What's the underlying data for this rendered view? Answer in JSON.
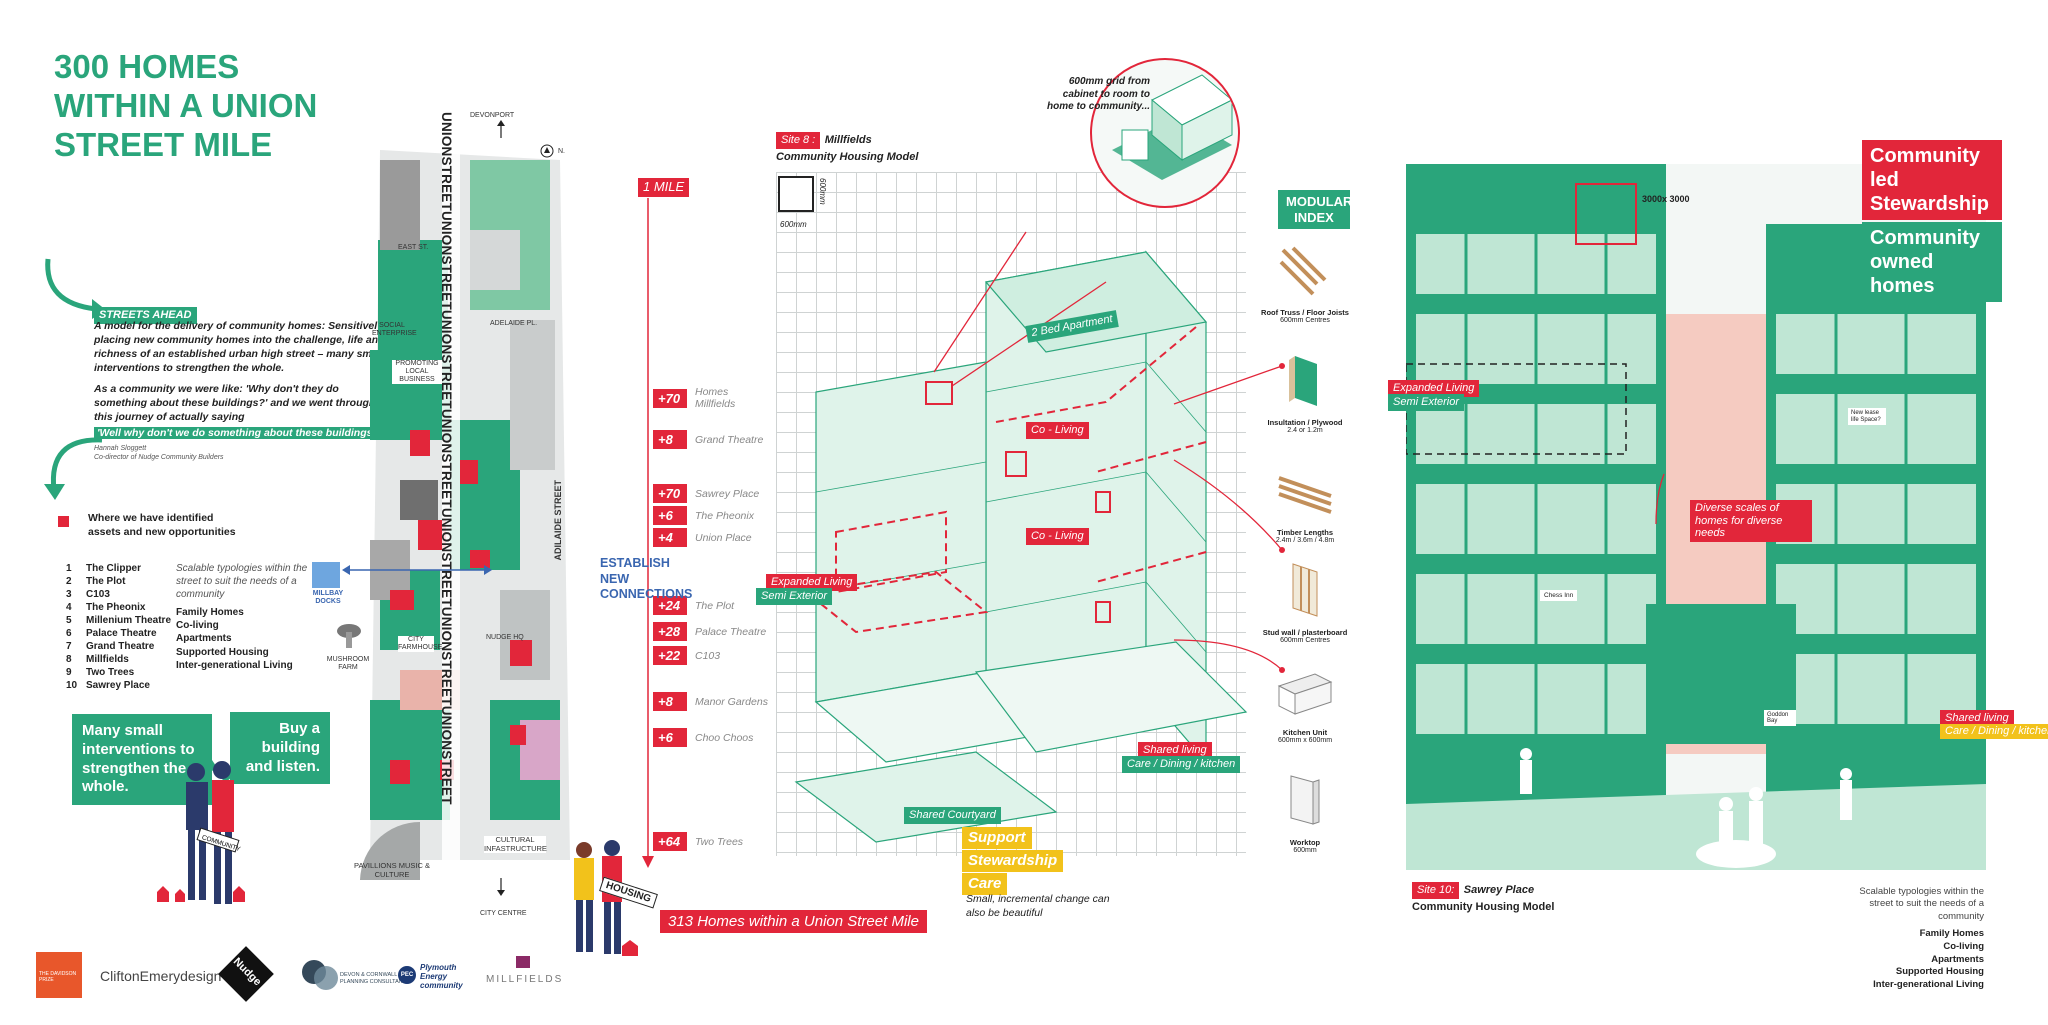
{
  "title": "300 HOMES WITHIN A UNION STREET MILE",
  "streets_ahead": {
    "label": "STREETS AHEAD",
    "intro": "A model for the delivery of community homes: Sensitively placing new community homes into the challenge, life and richness of an established urban high street – many small interventions to strengthen the whole.",
    "quote_1": "As a community we were like: 'Why don't they do something about these buildings?' and we went through this journey of actually saying",
    "quote_highlight": "'Well why don't we do something about these buildings?'",
    "quote_author": "Hannah Sloggett",
    "quote_role": "Co-director of Nudge Community Builders"
  },
  "legend": {
    "text": "Where we have identified assets and new opportunities",
    "color": "#e2263a"
  },
  "sites": [
    {
      "num": "1",
      "name": "The Clipper"
    },
    {
      "num": "2",
      "name": "The Plot"
    },
    {
      "num": "3",
      "name": "C103"
    },
    {
      "num": "4",
      "name": "The Pheonix"
    },
    {
      "num": "5",
      "name": "Millenium Theatre"
    },
    {
      "num": "6",
      "name": "Palace Theatre"
    },
    {
      "num": "7",
      "name": "Grand Theatre"
    },
    {
      "num": "8",
      "name": "Millfields"
    },
    {
      "num": "9",
      "name": "Two Trees"
    },
    {
      "num": "10",
      "name": "Sawrey Place"
    }
  ],
  "scalable_text": "Scalable typologies within the street to suit the needs of a community",
  "typologies": [
    "Family Homes",
    "Co-living",
    "Apartments",
    "Supported Housing",
    "Inter-generational Living"
  ],
  "bubbles": {
    "left": "Many small interventions to strengthen the whole.",
    "right": "Buy a building and listen."
  },
  "map_labels": {
    "devonport": "DEVONPORT",
    "north": "N.",
    "east_st": "EAST ST.",
    "social_enterprise": "SOCIAL ENTERPRISE",
    "adelaide_pl": "ADELAIDE PL.",
    "promoting": "PROMOTING LOCAL BUSINESS",
    "adilaide_street": "ADILAIDE STREET",
    "millbay": "MILLBAY DOCKS",
    "mushroom": "MUSHROOM FARM",
    "city_farmhouse": "CITY FARMHOUSE",
    "nudge_hq": "NUDGE HQ",
    "pavilions": "PAVILLIONS MUSIC & CULTURE",
    "cultural": "CULTURAL INFASTRUCTURE",
    "city_centre": "CITY CENTRE",
    "union_street": "UNIONSTREETUNIONSTREETUNIONSTREETUNIONSTREETUNIONSTREETUNIONSTREETUNIONSTREET",
    "community_sign": "COMMUNITY",
    "housing_sign": "HOUSING"
  },
  "establish": "ESTABLISH NEW CONNECTIONS",
  "mile": {
    "label": "1 MILE",
    "items": [
      {
        "n": "+70",
        "label": "Homes Millfields"
      },
      {
        "n": "+8",
        "label": "Grand Theatre"
      },
      {
        "n": "+70",
        "label": "Sawrey Place"
      },
      {
        "n": "+6",
        "label": "The Pheonix"
      },
      {
        "n": "+4",
        "label": "Union Place"
      },
      {
        "n": "+24",
        "label": "The Plot"
      },
      {
        "n": "+28",
        "label": "Palace Theatre"
      },
      {
        "n": "+22",
        "label": "C103"
      },
      {
        "n": "+8",
        "label": "Manor Gardens"
      },
      {
        "n": "+6",
        "label": "Choo Choos"
      },
      {
        "n": "+64",
        "label": "Two Trees"
      }
    ],
    "total": "313 Homes within a Union Street Mile"
  },
  "site8": {
    "tag": "Site 8 :",
    "name": "Millfields",
    "subtitle": "Community Housing Model",
    "grid_note": "600mm grid from cabinet to room to home to community...",
    "dim_v": "600mm",
    "dim_h": "600mm",
    "labels": {
      "two_bed": "2 Bed Apartment",
      "coliving_1": "Co - Living",
      "coliving_2": "Co - Living",
      "expanded": "Expanded Living",
      "semi_ext": "Semi Exterior",
      "shared_living": "Shared living",
      "care_dining": "Care / Dining / kitchen",
      "shared_courtyard": "Shared Courtyard"
    },
    "support": [
      "Support",
      "Stewardship",
      "Care"
    ],
    "tagline": "Small, incremental change can also be beautiful"
  },
  "modular": {
    "title": "MODULAR INDEX",
    "items": [
      {
        "name": "Roof Truss / Floor Joists",
        "spec": "600mm Centres"
      },
      {
        "name": "Insultation / Plywood",
        "spec": "2.4 or 1.2m"
      },
      {
        "name": "Timber Lengths",
        "spec": "2.4m / 3.6m / 4.8m"
      },
      {
        "name": "Stud wall / plasterboard",
        "spec": "600mm Centres"
      },
      {
        "name": "Kitchen Unit",
        "spec": "600mm x 600mm"
      },
      {
        "name": "Worktop",
        "spec": "600mm"
      }
    ]
  },
  "site10": {
    "tag": "Site 10:",
    "name": "Sawrey Place",
    "subtitle": "Community Housing Model",
    "dim": "3000x 3000",
    "expanded": "Expanded Living",
    "semi_ext": "Semi Exterior",
    "diverse": "Diverse scales of homes for diverse needs",
    "shared_living": "Shared living",
    "care_dining": "Care / Dining / kitchen",
    "chess": "Chess Inn",
    "new_lease": "New lease life Space?",
    "goddon": "Goddon Bay"
  },
  "headline_red": "Community led Stewardship",
  "headline_green": "Community owned homes",
  "right_scalable": "Scalable typologies within the street to suit the needs of a community",
  "right_typologies": [
    "Family Homes",
    "Co-living",
    "Apartments",
    "Supported Housing",
    "Inter-generational Living"
  ],
  "logos": {
    "davidson": "THE DAVIDSON PRIZE",
    "clifton": "CliftonEmerydesign",
    "nudge": "Nudge",
    "devon": "DEVON & CORNWALL PLANNING CONSULTANTS",
    "pec": "PEC",
    "plymouth": "Plymouth Energy community",
    "millfields": "MILLFIELDS"
  },
  "colors": {
    "green": "#2aa57b",
    "red": "#e2263a",
    "yellow": "#f2c21b",
    "mint": "#bfe6d4",
    "pink": "#f5cbc1",
    "blue": "#3a66b0"
  }
}
